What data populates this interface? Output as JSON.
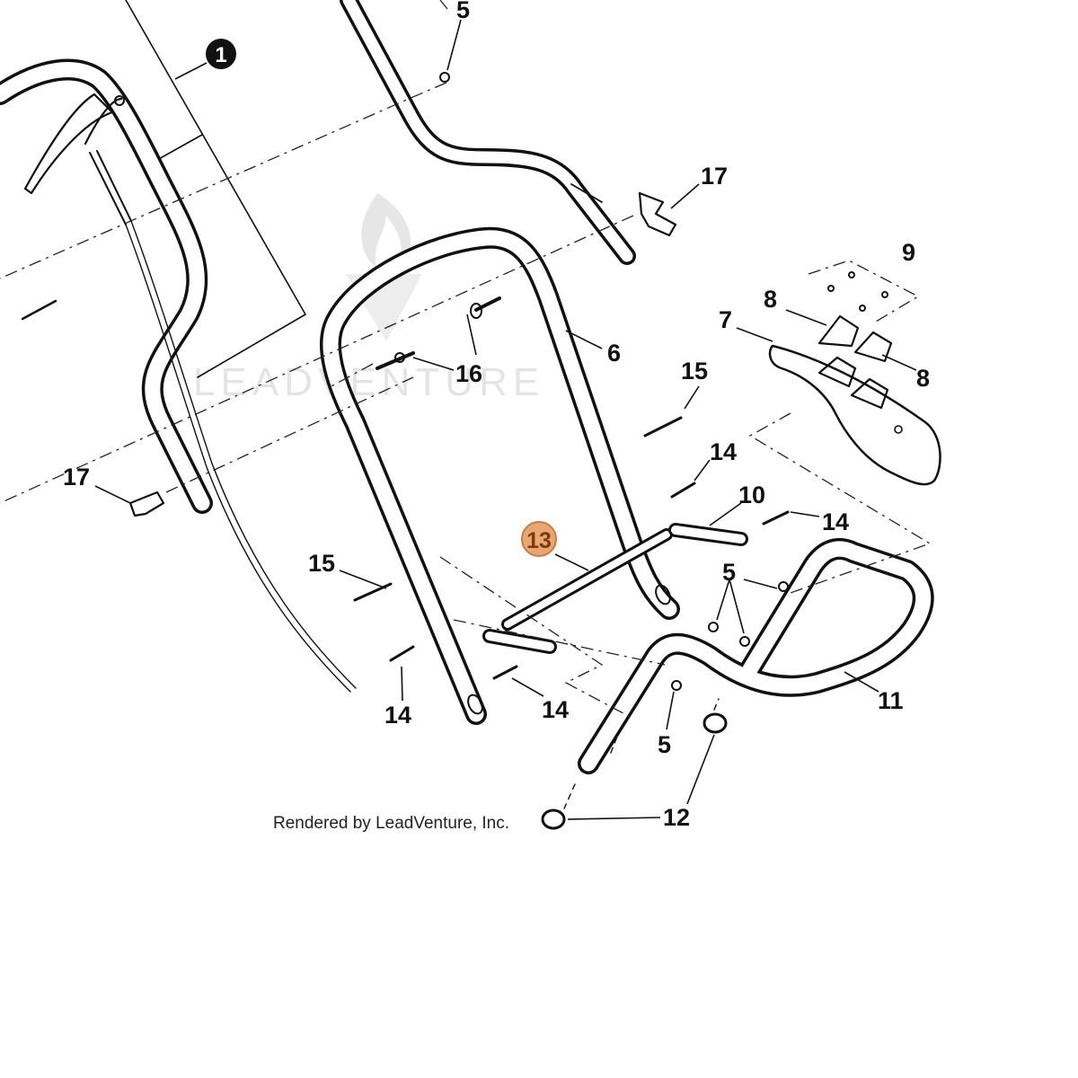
{
  "watermark": "LEADVENTURE",
  "credit": "Rendered by LeadVenture, Inc.",
  "highlight_color": "#e8a672",
  "callout_circle": {
    "label": "1"
  },
  "highlighted_callout": {
    "label": "13"
  },
  "labels": [
    {
      "id": "5-top",
      "text": "5"
    },
    {
      "id": "17-right",
      "text": "17"
    },
    {
      "id": "9",
      "text": "9"
    },
    {
      "id": "8-upper",
      "text": "8"
    },
    {
      "id": "7",
      "text": "7"
    },
    {
      "id": "8-lower",
      "text": "8"
    },
    {
      "id": "6",
      "text": "6"
    },
    {
      "id": "16",
      "text": "16"
    },
    {
      "id": "15-right",
      "text": "15"
    },
    {
      "id": "14-upper-right",
      "text": "14"
    },
    {
      "id": "10",
      "text": "10"
    },
    {
      "id": "14-right",
      "text": "14"
    },
    {
      "id": "17-left",
      "text": "17"
    },
    {
      "id": "15-left",
      "text": "15"
    },
    {
      "id": "5-mid",
      "text": "5"
    },
    {
      "id": "14-bottom-left",
      "text": "14"
    },
    {
      "id": "14-bottom-mid",
      "text": "14"
    },
    {
      "id": "11",
      "text": "11"
    },
    {
      "id": "5-bottom",
      "text": "5"
    },
    {
      "id": "12",
      "text": "12"
    }
  ]
}
